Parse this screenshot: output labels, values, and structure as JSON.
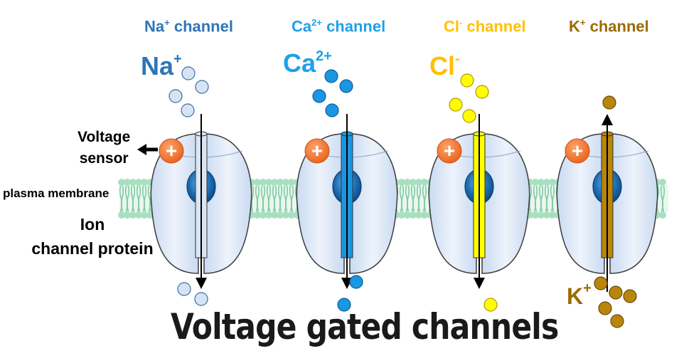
{
  "title": "Voltage gated channels",
  "labels": {
    "voltage_sensor_line1": "Voltage",
    "voltage_sensor_line2": "sensor",
    "membrane": "plasma membrane",
    "protein_line1": "Ion",
    "protein_line2": "channel protein",
    "plus_sign": "+"
  },
  "channels": [
    {
      "id": "na",
      "header_base": "Na",
      "header_sup": "+",
      "header_rest": " channel",
      "ion_base": "Na",
      "ion_sup": "+",
      "color": "#2e75b6",
      "fill": "#d7e3f4",
      "pore": "#dbe5f3",
      "direction": "inward"
    },
    {
      "id": "ca",
      "header_base": "Ca",
      "header_sup": "2+",
      "header_rest": " channel",
      "ion_base": "Ca",
      "ion_sup": "2+",
      "color": "#1fa0e8",
      "fill": "#1b96e0",
      "pore": "#1b96e0",
      "direction": "inward"
    },
    {
      "id": "cl",
      "header_base": "Cl",
      "header_sup": "-",
      "header_rest": " channel",
      "ion_base": "Cl",
      "ion_sup": "-",
      "color": "#ffc000",
      "fill": "#ffff00",
      "pore": "#ffff00",
      "direction": "inward"
    },
    {
      "id": "k",
      "header_base": "K",
      "header_sup": "+",
      "header_rest": " channel",
      "ion_base": "K",
      "ion_sup": "+",
      "color": "#9c6b00",
      "fill": "#b8860b",
      "pore": "#b8860b",
      "direction": "outward"
    }
  ],
  "colors": {
    "membrane_head": "#a8dfc1",
    "membrane_tail": "#7fcba0",
    "protein_body": "#d5e3f5",
    "protein_outline": "#3b3b3b",
    "protein_center": "#1f6fb5",
    "voltage_sensor": "#f07a30"
  }
}
